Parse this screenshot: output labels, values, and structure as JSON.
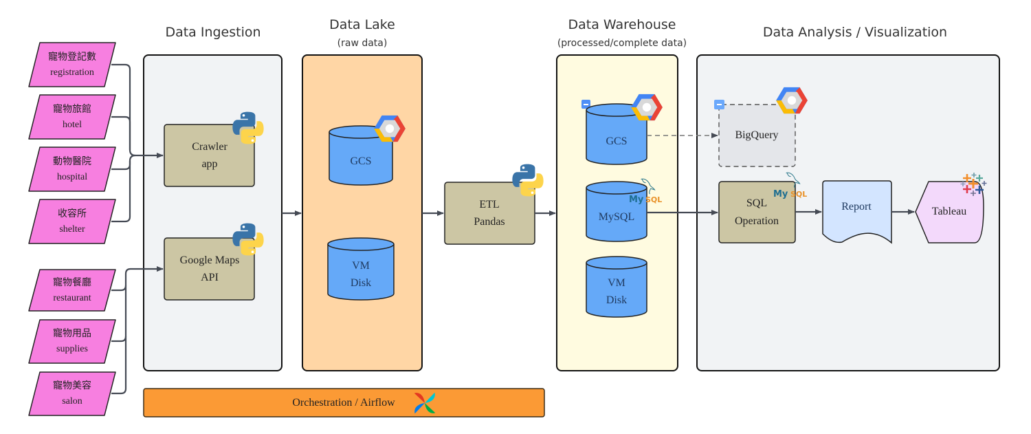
{
  "sections": {
    "ingestion": {
      "title": "Data Ingestion"
    },
    "lake": {
      "title": "Data Lake",
      "subtitle": "(raw data)"
    },
    "warehouse": {
      "title": "Data Warehouse",
      "subtitle": "(processed/complete data)"
    },
    "analysis": {
      "title": "Data Analysis / Visualization"
    }
  },
  "sources_group_a": [
    {
      "zh": "寵物登記數",
      "en": "registration"
    },
    {
      "zh": "寵物旅館",
      "en": "hotel"
    },
    {
      "zh": "動物醫院",
      "en": "hospital"
    },
    {
      "zh": "收容所",
      "en": "shelter"
    }
  ],
  "sources_group_b": [
    {
      "zh": "寵物餐廳",
      "en": "restaurant"
    },
    {
      "zh": "寵物用品",
      "en": "supplies"
    },
    {
      "zh": "寵物美容",
      "en": "salon"
    }
  ],
  "ingestion_nodes": {
    "crawler": {
      "line1": "Crawler",
      "line2": "app",
      "icon": "python-icon"
    },
    "maps": {
      "line1": "Google Maps",
      "line2": "API",
      "icon": "python-icon"
    }
  },
  "lake_nodes": {
    "gcs": {
      "label": "GCS",
      "icon": "google-cloud-icon"
    },
    "vm": {
      "line1": "VM",
      "line2": "Disk"
    }
  },
  "etl": {
    "line1": "ETL",
    "line2": "Pandas",
    "icon": "python-icon"
  },
  "warehouse_nodes": {
    "gcs": {
      "label": "GCS",
      "icon": "google-cloud-icon"
    },
    "mysql": {
      "label": "MySQL",
      "logo_my": "My",
      "logo_sql": "SQL"
    },
    "vm": {
      "line1": "VM",
      "line2": "Disk"
    }
  },
  "analysis_nodes": {
    "bigquery": {
      "label": "BigQuery",
      "icon": "google-cloud-icon"
    },
    "sql": {
      "line1": "SQL",
      "line2": "Operation",
      "logo_my": "My",
      "logo_sql": "SQL"
    },
    "report": {
      "label": "Report"
    },
    "tableau": {
      "label": "Tableau",
      "icon": "tableau-icon"
    }
  },
  "orchestration": {
    "label": "Orchestration / Airflow",
    "icon": "airflow-icon"
  },
  "colors": {
    "source_fill": "#f77fe0",
    "ingestion_bg": "#f1f3f5",
    "lake_bg": "#ffd6a5",
    "warehouse_bg": "#fffbe0",
    "analysis_bg": "#f1f3f5",
    "process_fill": "#ccc6a4",
    "cylinder_fill": "#65a9f8",
    "bigquery_fill": "#e4e6ea",
    "report_fill": "#d3e5ff",
    "tableau_fill": "#f3d9fb",
    "orchestration_fill": "#fb9a35",
    "connector": "#454a54"
  }
}
